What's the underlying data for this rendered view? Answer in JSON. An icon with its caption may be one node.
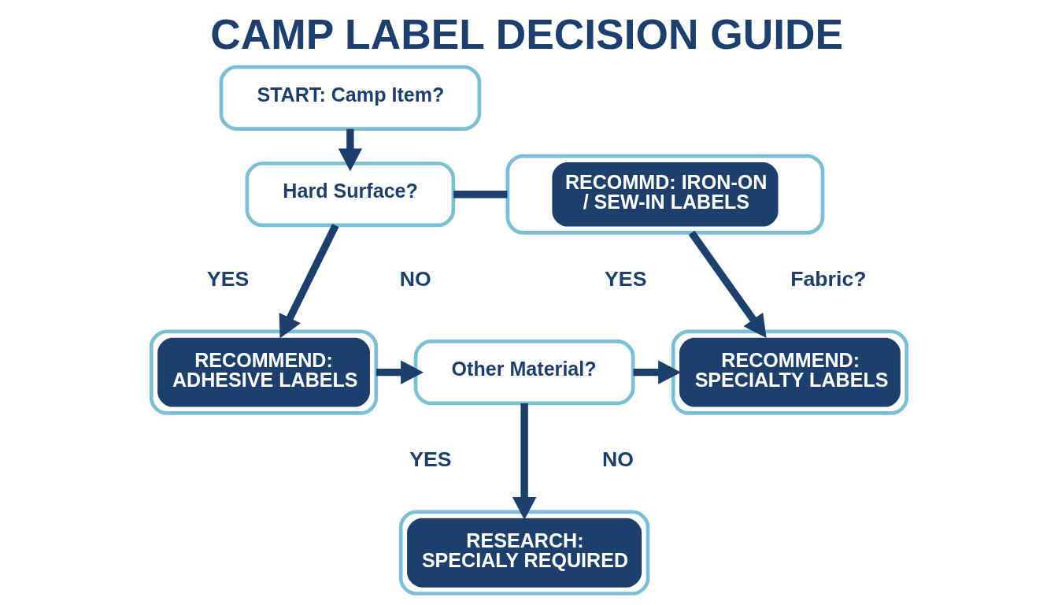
{
  "diagram": {
    "title": "CAMP LABEL DECISION GUIDE",
    "nodes": [
      {
        "text": [
          "START: Camp Item?"
        ]
      },
      {
        "text": [
          "Hard Surface?"
        ]
      },
      {
        "text": [
          "RECOMMD: IRON-ON / SEW-IN LABELS"
        ]
      },
      {
        "text": [
          "RECOMMEND: ADHESIVE LABELS"
        ]
      },
      {
        "text": [
          "Other Material?"
        ]
      },
      {
        "text": [
          "RECOMMEND: SPECIALTY LABELS"
        ]
      },
      {
        "text": [
          "RESEARCH: SPECIALY REQUIRED"
        ]
      }
    ],
    "edges": [
      {
        "from": 0,
        "to": 1,
        "arrow": "to"
      },
      {
        "from": 1,
        "to": 2,
        "arrow": "none"
      },
      {
        "from": 1,
        "to": 3,
        "arrow": "to"
      },
      {
        "from": 2,
        "to": 5,
        "arrow": "to"
      },
      {
        "from": 3,
        "to": 4,
        "arrow": "to"
      },
      {
        "from": 4,
        "to": 5,
        "arrow": "to"
      },
      {
        "from": 4,
        "to": 6,
        "arrow": "to"
      }
    ],
    "labels": [
      "YES",
      "NO",
      "YES",
      "Fabric?",
      "YES",
      "NO"
    ]
  }
}
